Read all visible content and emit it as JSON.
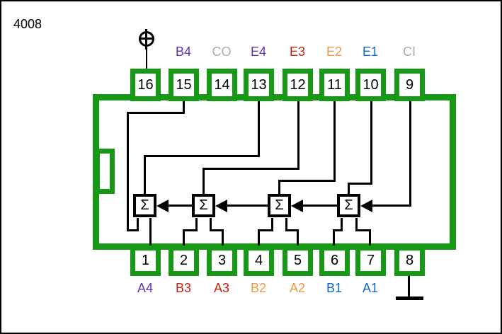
{
  "title": "4008",
  "colors": {
    "chip_green": "#179917",
    "wire_black": "#000000",
    "bit4_purple": "#6633AA",
    "bit3_red": "#CC2211",
    "bit2_orange": "#EE9944",
    "bit1_blue": "#1166CC",
    "carry_gray": "#AAAAAA"
  },
  "adder_symbol": "Σ",
  "top_pins": [
    {
      "num": "16",
      "label": ""
    },
    {
      "num": "15",
      "label": "B4",
      "label_color": "#6633AA"
    },
    {
      "num": "14",
      "label": "CO",
      "label_color": "#AAAAAA"
    },
    {
      "num": "13",
      "label": "E4",
      "label_color": "#6633AA"
    },
    {
      "num": "12",
      "label": "E3",
      "label_color": "#CC2211"
    },
    {
      "num": "11",
      "label": "E2",
      "label_color": "#EE9944"
    },
    {
      "num": "10",
      "label": "E1",
      "label_color": "#1166CC"
    },
    {
      "num": "9",
      "label": "CI",
      "label_color": "#AAAAAA"
    }
  ],
  "bottom_pins": [
    {
      "num": "1",
      "label": "A4",
      "label_color": "#6633AA"
    },
    {
      "num": "2",
      "label": "B3",
      "label_color": "#CC2211"
    },
    {
      "num": "3",
      "label": "A3",
      "label_color": "#CC2211"
    },
    {
      "num": "4",
      "label": "B2",
      "label_color": "#EE9944"
    },
    {
      "num": "5",
      "label": "A2",
      "label_color": "#EE9944"
    },
    {
      "num": "6",
      "label": "B1",
      "label_color": "#1166CC"
    },
    {
      "num": "7",
      "label": "A1",
      "label_color": "#1166CC"
    },
    {
      "num": "8",
      "label": ""
    }
  ]
}
